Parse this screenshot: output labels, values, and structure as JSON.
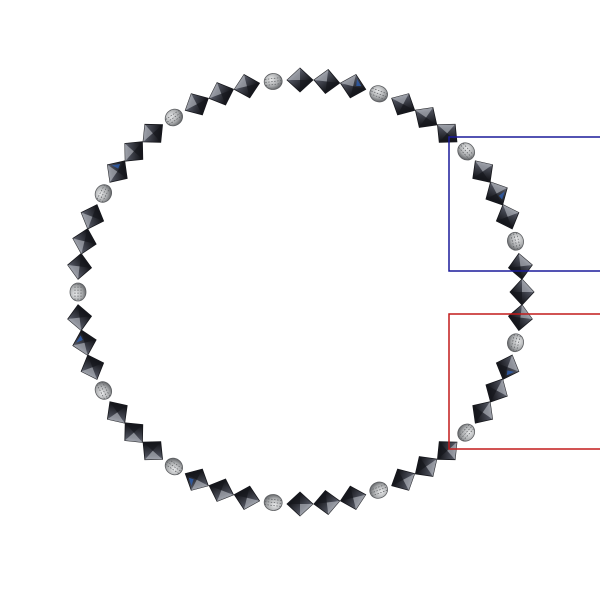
{
  "scene": {
    "subject": "bracelet",
    "bead_count": 52,
    "bead_pattern": "three-crystals-then-one-metal-spacer",
    "colors": {
      "background": "#ffffff",
      "crystal_dark": "#16171c",
      "crystal_mid": "#4a4d58",
      "crystal_light": "#c9ccd4",
      "crystal_blue_glint": "#2e5fb0",
      "metal_bead": "#a9abad",
      "metal_bead_dark": "#5d5f62",
      "metal_bead_light": "#e8e9ea"
    }
  },
  "overlays": {
    "blue_box": {
      "label": "",
      "color": "#1a1a9a"
    },
    "red_box": {
      "label": "",
      "color": "#c21a1a"
    }
  }
}
